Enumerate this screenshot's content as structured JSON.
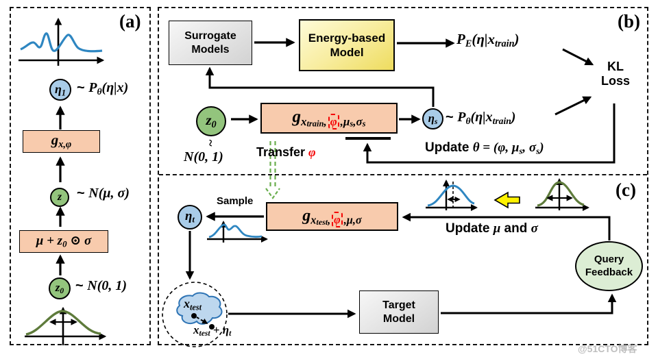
{
  "panel_a": {
    "label": "(a)",
    "eta1": [
      {
        "t": "η"
      },
      {
        "t": "1",
        "l": 1
      }
    ],
    "eta1_dist": [
      {
        "t": "~ ",
        "sans": true
      },
      {
        "t": "P"
      },
      {
        "t": "θ",
        "l": 1
      },
      {
        "t": "(η|x)"
      }
    ],
    "g_box": [
      {
        "t": "g"
      },
      {
        "t": "x,φ",
        "l": 1
      }
    ],
    "z": [
      {
        "t": "z"
      }
    ],
    "z_dist": [
      {
        "t": "~ ",
        "sans": true
      },
      {
        "t": "N"
      },
      {
        "t": "(μ, σ)"
      }
    ],
    "mu_box": [
      {
        "t": "μ + z"
      },
      {
        "t": "0",
        "l": 1
      },
      {
        "t": " ⊙ σ"
      }
    ],
    "z0": [
      {
        "t": "z"
      },
      {
        "t": "0",
        "l": 1
      }
    ],
    "z0_dist": [
      {
        "t": "~ ",
        "sans": true
      },
      {
        "t": "N"
      },
      {
        "t": "(0, 1)"
      }
    ]
  },
  "panel_b": {
    "label": "(b)",
    "surrogate": "Surrogate\nModels",
    "energy": "Energy-based\nModel",
    "pe": [
      {
        "t": "P"
      },
      {
        "t": "E",
        "l": 1
      },
      {
        "t": "(η|x"
      },
      {
        "t": "train",
        "l": 1
      },
      {
        "t": ")"
      }
    ],
    "kl": "KL\nLoss",
    "z0": [
      {
        "t": "z"
      },
      {
        "t": "0",
        "l": 1
      }
    ],
    "z0_tilde": "~",
    "z0_dist": [
      {
        "t": "N"
      },
      {
        "t": "(0, 1)"
      }
    ],
    "g_train": [
      {
        "t": "g"
      },
      {
        "t": "x",
        "l": 1
      },
      {
        "t": "train",
        "l": 2
      },
      {
        "t": ",",
        "l": 1
      },
      {
        "t": "φ",
        "l": 1,
        "redbox": true
      },
      {
        "t": ",",
        "l": 1
      },
      {
        "t": "μ",
        "l": 1
      },
      {
        "t": "s",
        "l": 2
      },
      {
        "t": ",",
        "l": 1
      },
      {
        "t": "σ",
        "l": 1
      },
      {
        "t": "s",
        "l": 2
      }
    ],
    "eta_s": [
      {
        "t": "η"
      },
      {
        "t": "s",
        "l": 1
      }
    ],
    "eta_s_dist": [
      {
        "t": "~ ",
        "sans": true
      },
      {
        "t": "P"
      },
      {
        "t": "θ",
        "l": 1
      },
      {
        "t": "(η|x"
      },
      {
        "t": "train",
        "l": 1
      },
      {
        "t": ")"
      }
    ],
    "transfer": [
      {
        "t": "Transfer ",
        "sans": true
      },
      {
        "t": "φ",
        "red": true
      }
    ],
    "update_theta": [
      {
        "t": "Update ",
        "sans": true
      },
      {
        "t": "θ = (φ, μ"
      },
      {
        "t": "s",
        "l": 1
      },
      {
        "t": ", σ"
      },
      {
        "t": "s",
        "l": 1
      },
      {
        "t": ")"
      }
    ]
  },
  "panel_c": {
    "label": "(c)",
    "sample": "Sample",
    "eta_t": [
      {
        "t": "η"
      },
      {
        "t": "t",
        "l": 1
      }
    ],
    "g_test": [
      {
        "t": "g"
      },
      {
        "t": "x",
        "l": 1
      },
      {
        "t": "test",
        "l": 2
      },
      {
        "t": ",",
        "l": 1
      },
      {
        "t": "φ",
        "l": 1,
        "redbox": true
      },
      {
        "t": ",",
        "l": 1
      },
      {
        "t": "μ,σ",
        "l": 1
      }
    ],
    "update_mu": [
      {
        "t": "Update ",
        "sans": true
      },
      {
        "t": "μ"
      },
      {
        "t": " and ",
        "sans": true
      },
      {
        "t": "σ"
      }
    ],
    "query": "Query\nFeedback",
    "target": "Target\nModel",
    "x_test": [
      {
        "t": "x"
      },
      {
        "t": "test",
        "l": 1
      }
    ],
    "x_test_eta": [
      {
        "t": "x"
      },
      {
        "t": "test",
        "l": 1
      },
      {
        "t": " + η"
      },
      {
        "t": "t",
        "l": 1
      }
    ]
  },
  "watermark": "@51CTO博客",
  "colors": {
    "peach_box": "#F8CBAD",
    "green_node": "#93C47D",
    "blue_node": "#A9CCE8",
    "yellow_box": "#F3E169",
    "gray_box": "#E3E3E3",
    "green_ellipse": "#DCEDD4",
    "blue_curve": "#2E86C1",
    "green_curve": "#5E7B3B",
    "red_accent": "#F40000",
    "transfer_arrow_green": "#6AAE4E",
    "yellow_block_arrow": "#FFF200"
  }
}
